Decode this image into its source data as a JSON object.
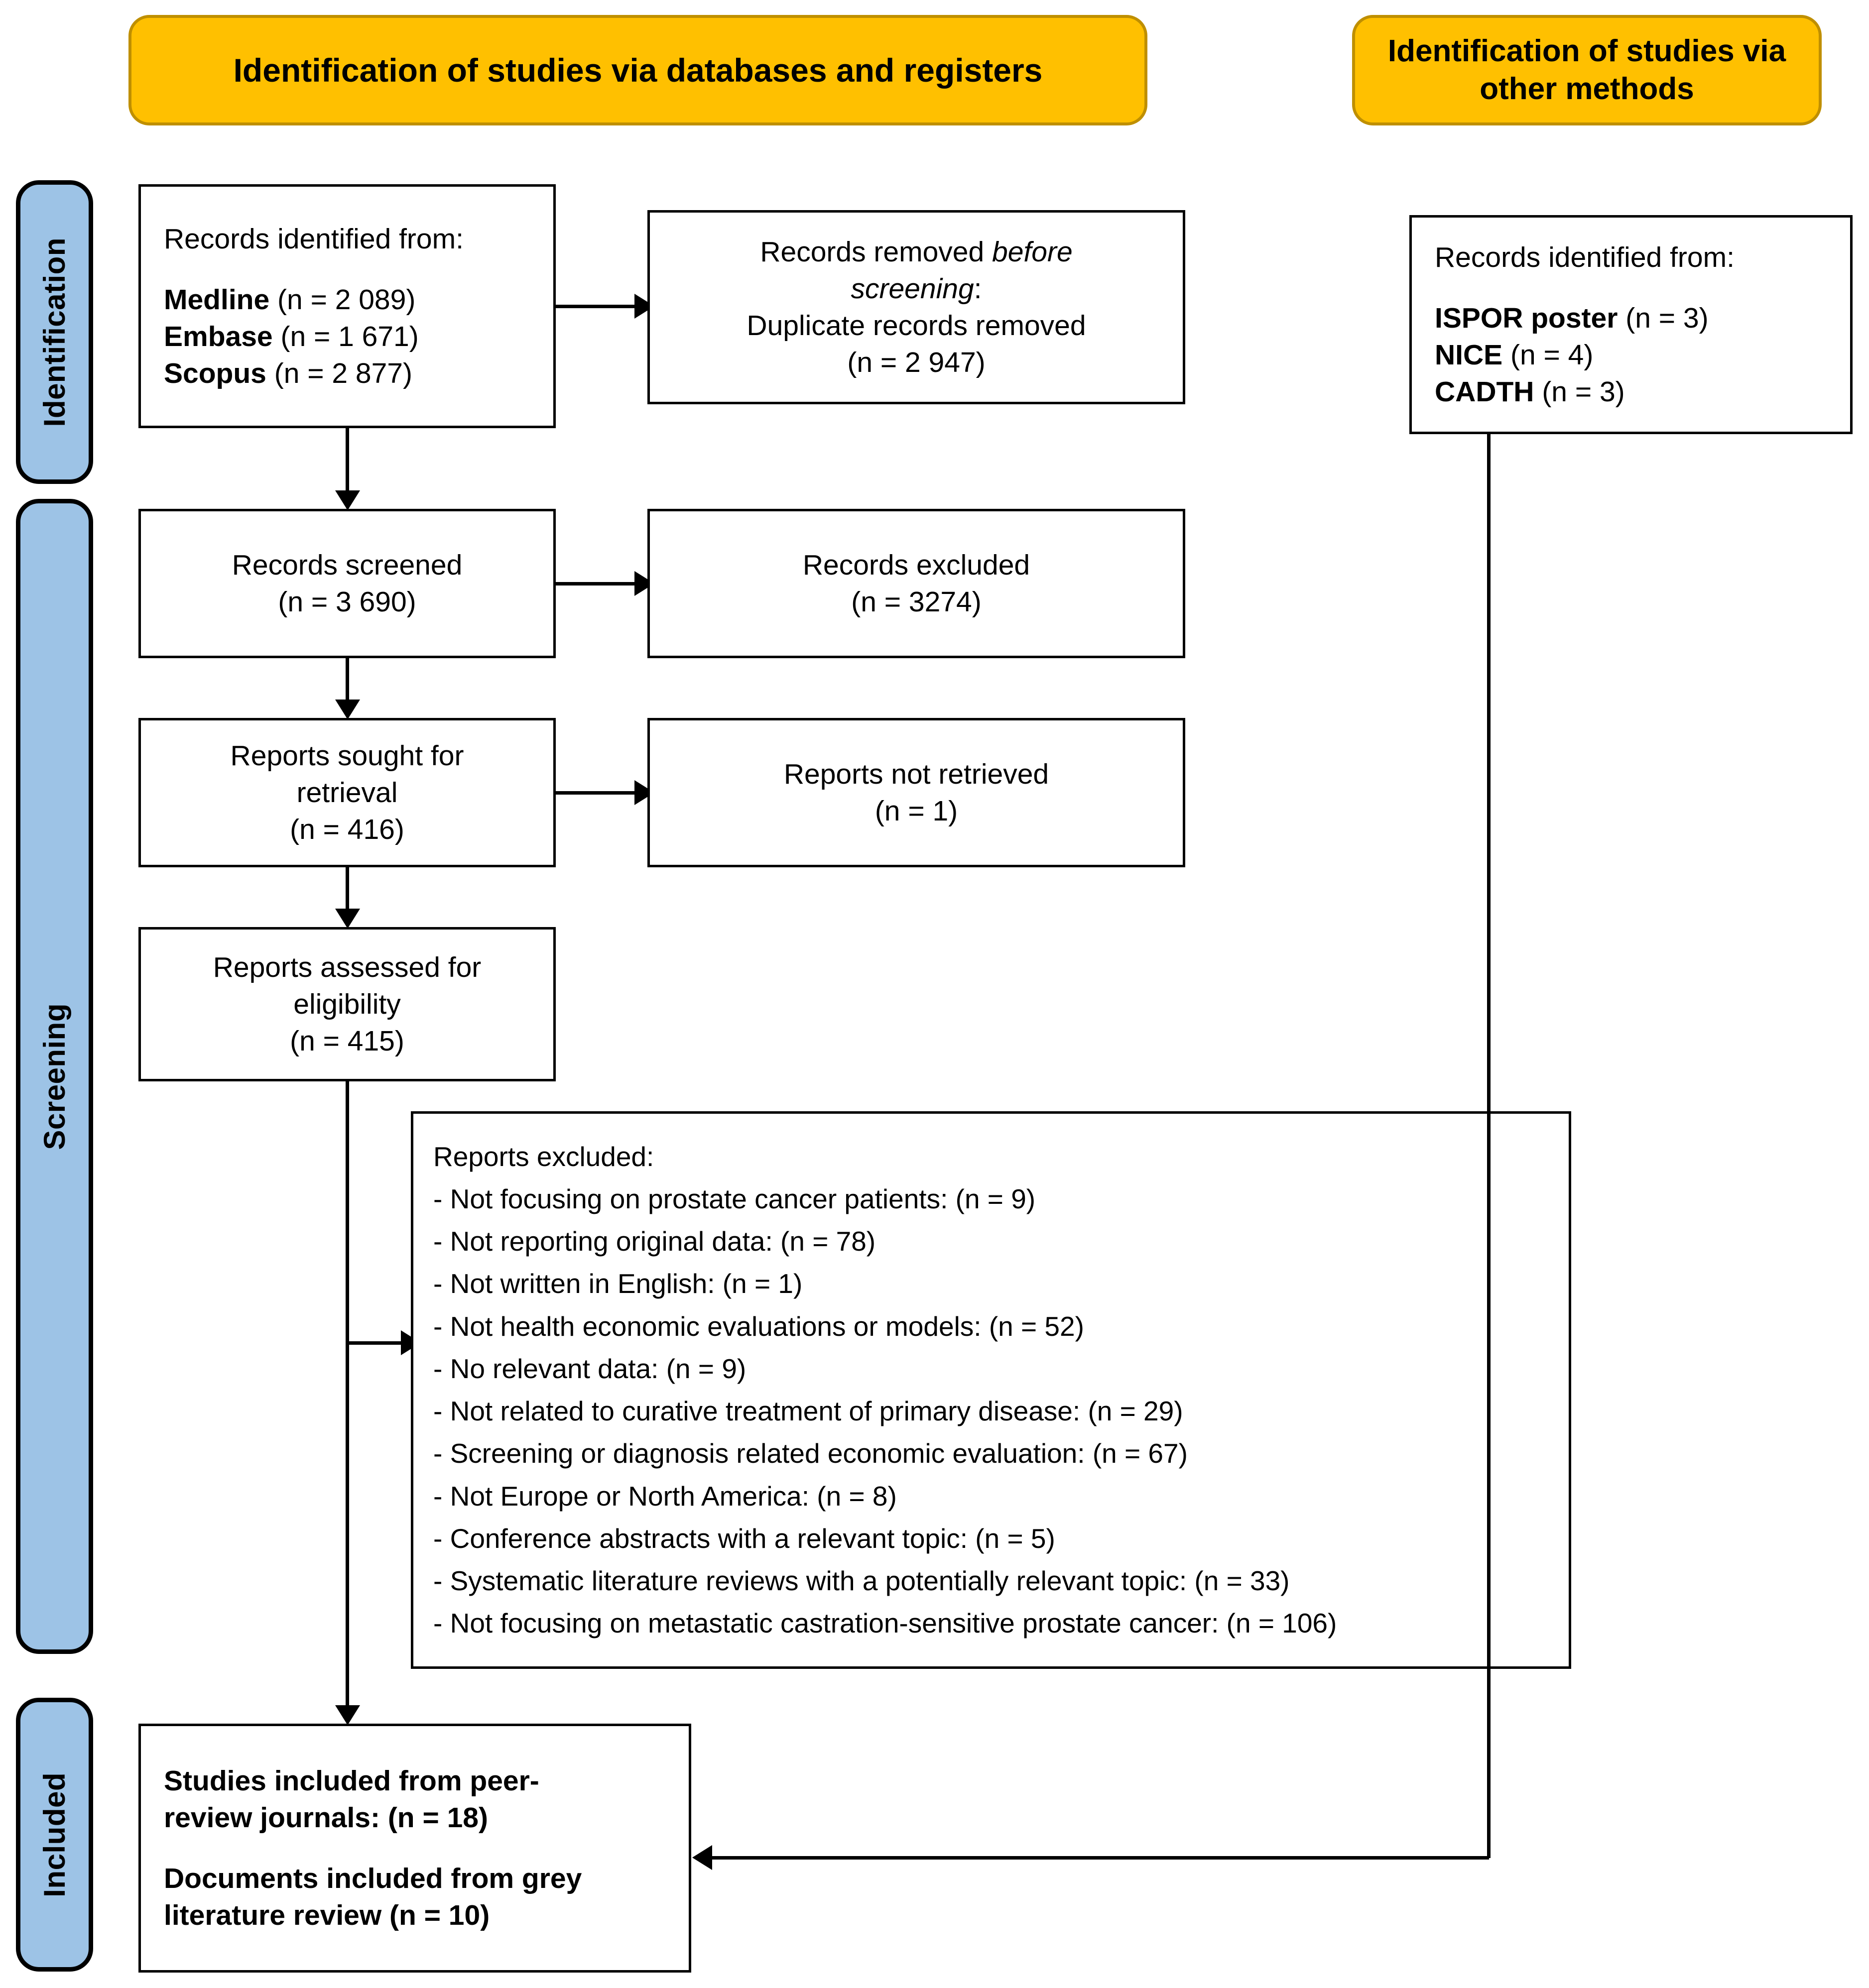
{
  "colors": {
    "banner_fill": "#FFC000",
    "banner_border": "#BF8F00",
    "stage_fill": "#9DC3E6",
    "node_border": "#000000",
    "text": "#000000"
  },
  "banners": {
    "databases": "Identification of studies via databases and registers",
    "other_methods_line1": "Identification of studies via",
    "other_methods_line2": "other methods"
  },
  "stages": {
    "identification": "Identification",
    "screening": "Screening",
    "included": "Included"
  },
  "nodes": {
    "records_identified_db": {
      "heading": "Records identified from:",
      "sources": [
        {
          "name": "Medline",
          "count": "(n = 2 089)"
        },
        {
          "name": "Embase",
          "count": "(n = 1 671)"
        },
        {
          "name": "Scopus",
          "count": "(n = 2 877)"
        }
      ]
    },
    "records_removed": {
      "line1_plain": "Records removed ",
      "line1_italic": "before",
      "line2_italic": "screening",
      "line2_plain": ":",
      "line3": "Duplicate records removed",
      "line4": "(n = 2 947)"
    },
    "records_identified_other": {
      "heading": "Records identified from:",
      "sources": [
        {
          "name": "ISPOR poster",
          "count": "(n = 3)"
        },
        {
          "name": "NICE",
          "count": "(n = 4)"
        },
        {
          "name": "CADTH",
          "count": "(n = 3)"
        }
      ]
    },
    "records_screened": {
      "line1": "Records screened",
      "line2": "(n = 3 690)"
    },
    "records_excluded": {
      "line1": "Records excluded",
      "line2": "(n = 3274)"
    },
    "reports_sought": {
      "line1": "Reports sought for",
      "line2": "retrieval",
      "line3": "(n = 416)"
    },
    "reports_not_retrieved": {
      "line1": "Reports not retrieved",
      "line2": "(n = 1)"
    },
    "reports_assessed": {
      "line1": "Reports assessed for",
      "line2": "eligibility",
      "line3": "(n = 415)"
    },
    "reports_excluded": {
      "heading": "Reports excluded:",
      "reasons": [
        "- Not focusing on prostate cancer patients: (n = 9)",
        "- Not reporting original data: (n = 78)",
        "- Not written in English: (n = 1)",
        "- Not health economic evaluations or models: (n = 52)",
        "- No relevant data: (n = 9)",
        "- Not related to curative treatment of primary disease: (n = 29)",
        "- Screening or diagnosis related economic evaluation: (n = 67)",
        "- Not Europe or North America: (n = 8)",
        "- Conference abstracts with a relevant topic: (n = 5)",
        "- Systematic literature reviews with a potentially relevant topic: (n = 33)",
        "- Not focusing on metastatic castration-sensitive prostate cancer: (n = 106)"
      ]
    },
    "studies_included": {
      "block1_line1": "Studies included from peer-",
      "block1_line2": "review journals: (n = 18)",
      "block2_line1": "Documents included from grey",
      "block2_line2": "literature review (n = 10)"
    }
  }
}
